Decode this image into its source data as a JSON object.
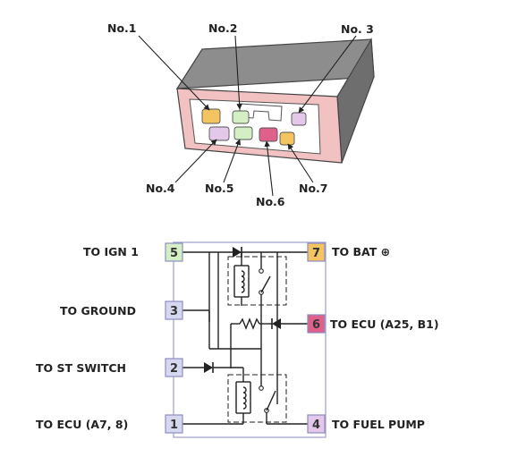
{
  "connector": {
    "callouts": [
      "No.1",
      "No.2",
      "No. 3",
      "No.4",
      "No.5",
      "No.6",
      "No.7"
    ]
  },
  "pins": {
    "p5": "5",
    "p3": "3",
    "p2": "2",
    "p1": "1",
    "p7": "7",
    "p6": "6",
    "p4": "4"
  },
  "labels": {
    "ign1": "TO IGN 1",
    "ground": "TO GROUND",
    "st_switch": "TO ST SWITCH",
    "ecu_a7": "TO ECU (A7, 8)",
    "bat": "TO BAT ⊕",
    "ecu_a25": "TO ECU (A25, B1)",
    "fuel_pump": "TO FUEL PUMP"
  },
  "colors": {
    "pin5": "#d4efc4",
    "pin3": "#d6d8f0",
    "pin2": "#d6d8f0",
    "pin1": "#d6d8f0",
    "pin7": "#f3c460",
    "pin6": "#e0608c",
    "pin4": "#e3c8ea",
    "housing_top": "#8a8a8a",
    "housing_face": "#f4c4c4",
    "frame": "#a6a6d0"
  }
}
